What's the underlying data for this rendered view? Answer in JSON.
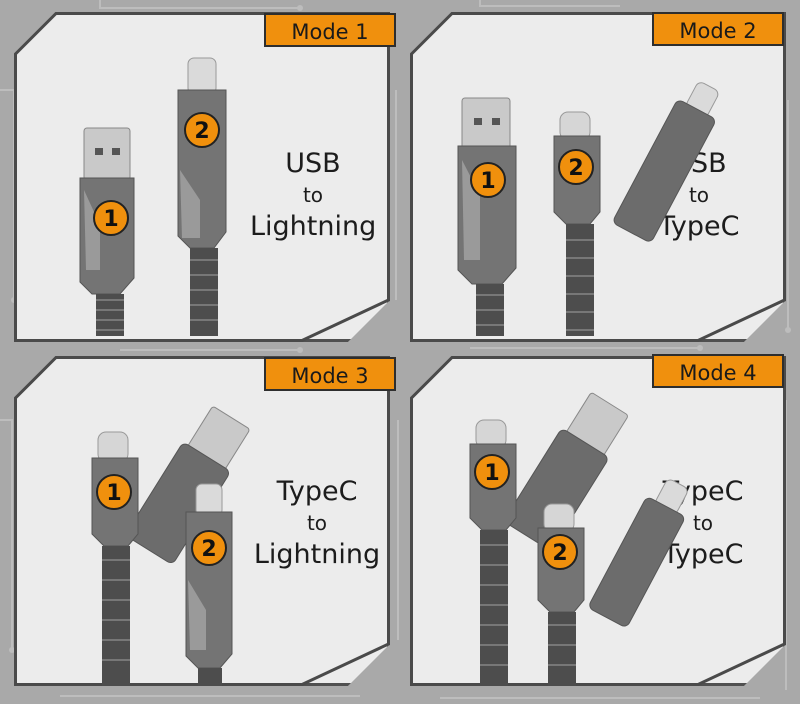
{
  "colors": {
    "accent": "#f0900d",
    "panel": "#ececec",
    "frame": "#505050",
    "background": "#a9a9a9"
  },
  "panels": [
    {
      "mode": "Mode 1",
      "from": "USB",
      "to_word": "to",
      "target": "Lightning",
      "badges": [
        "1",
        "2"
      ]
    },
    {
      "mode": "Mode 2",
      "from": "USB",
      "to_word": "to",
      "target": "TypeC",
      "badges": [
        "1",
        "2"
      ]
    },
    {
      "mode": "Mode 3",
      "from": "TypeC",
      "to_word": "to",
      "target": "Lightning",
      "badges": [
        "1",
        "2"
      ]
    },
    {
      "mode": "Mode 4",
      "from": "TypeC",
      "to_word": "to",
      "target": "TypeC",
      "badges": [
        "1",
        "2"
      ]
    }
  ]
}
